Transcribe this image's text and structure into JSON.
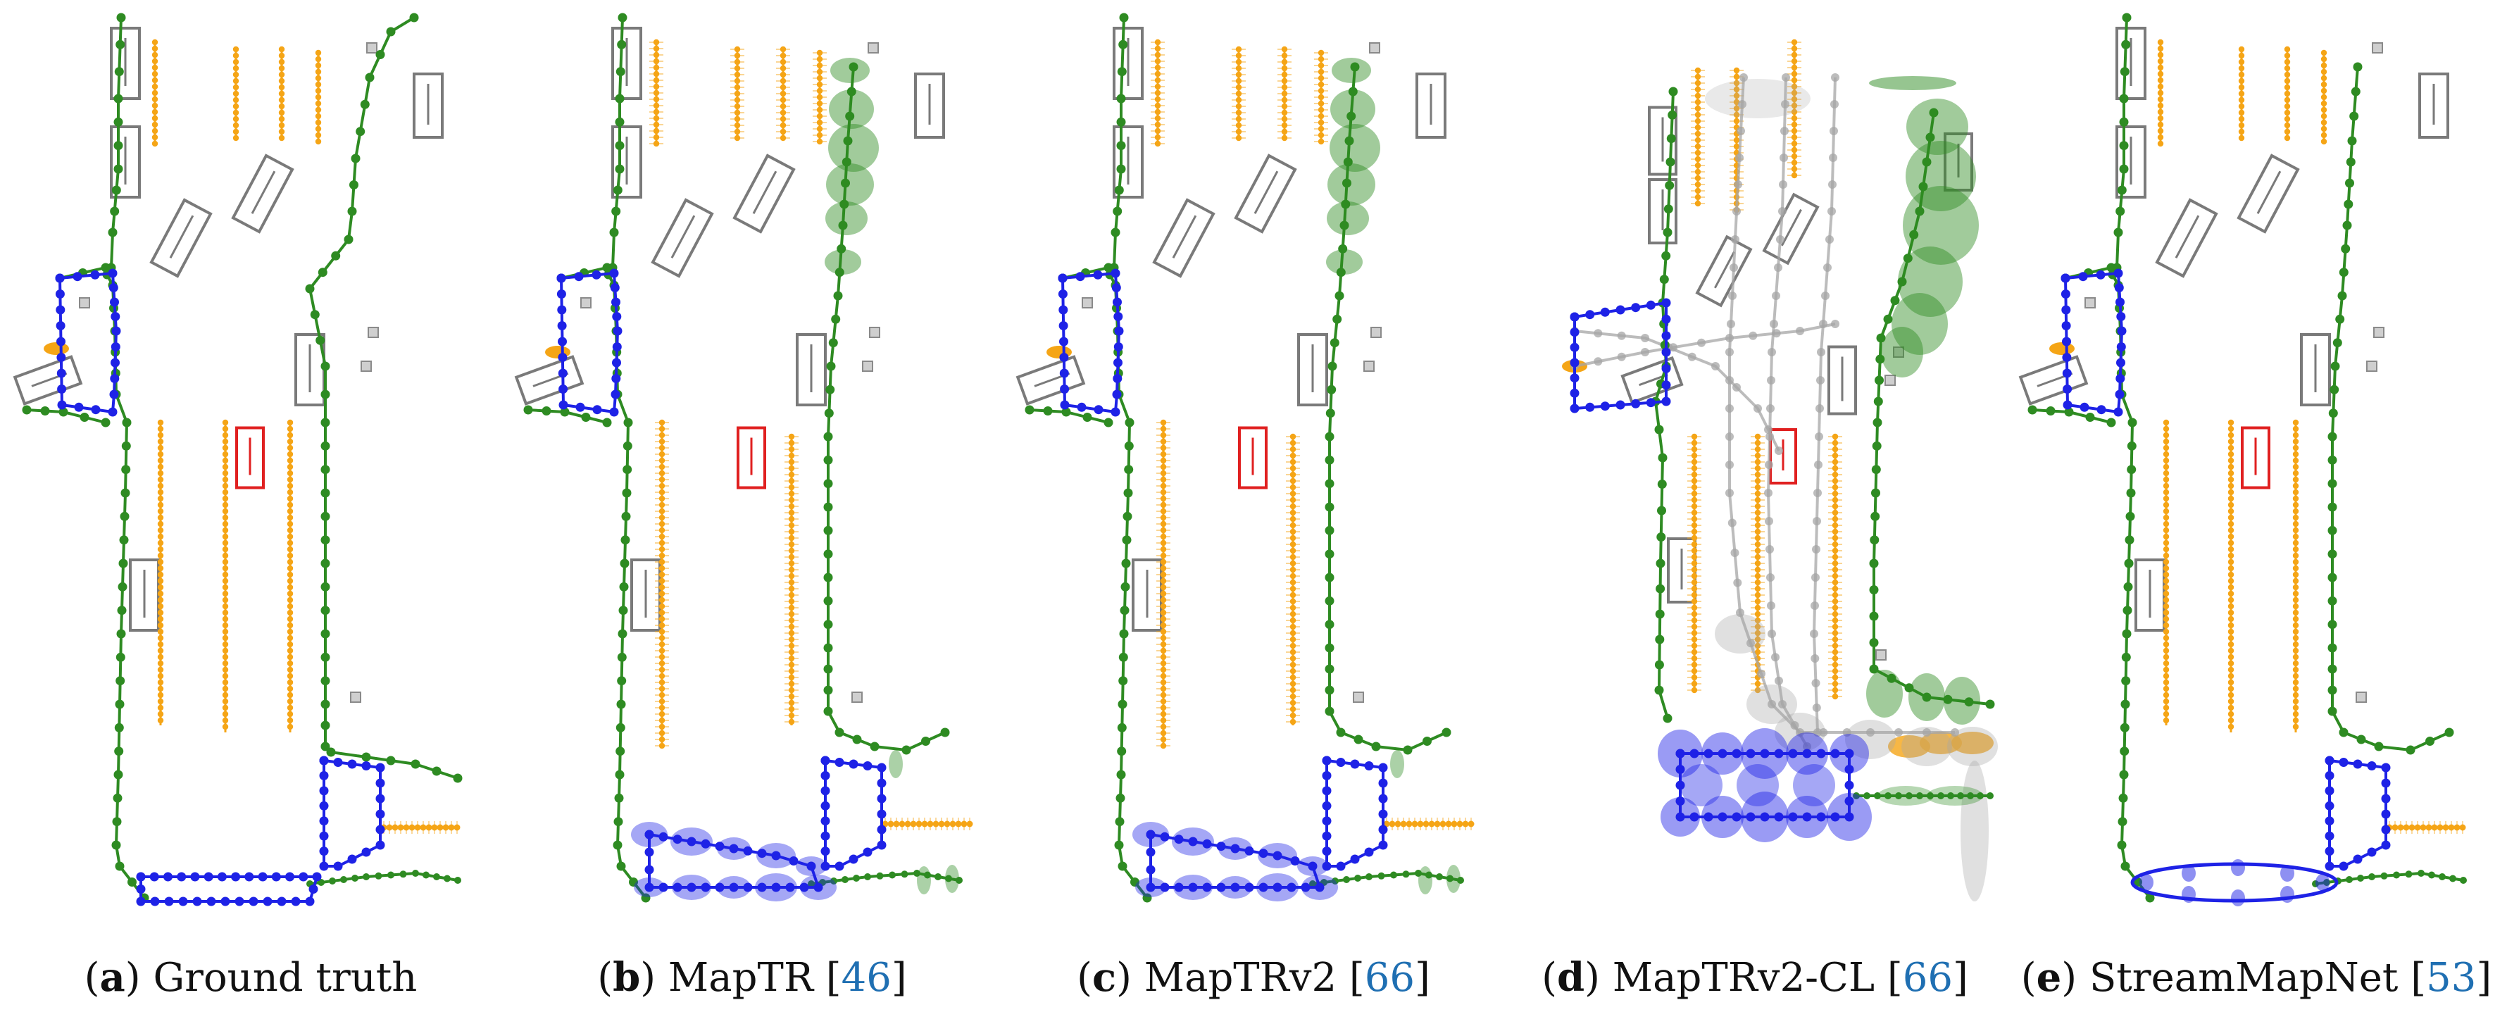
{
  "panels": [
    {
      "letter": "a",
      "title": "Ground truth",
      "ref": ""
    },
    {
      "letter": "b",
      "title": "MapTR",
      "ref": "46"
    },
    {
      "letter": "c",
      "title": "MapTRv2",
      "ref": "66"
    },
    {
      "letter": "d",
      "title": "MapTRv2-CL",
      "ref": "66"
    },
    {
      "letter": "e",
      "title": "StreamMapNet",
      "ref": "53"
    }
  ],
  "legend_colors": {
    "boundary": "#2e8b22",
    "divider": "#f5a516",
    "crossing": "#1e22e6",
    "centerline": "#a6a6a6",
    "vehicle_box": "#7a7a7a",
    "ego_box": "#e02020"
  }
}
